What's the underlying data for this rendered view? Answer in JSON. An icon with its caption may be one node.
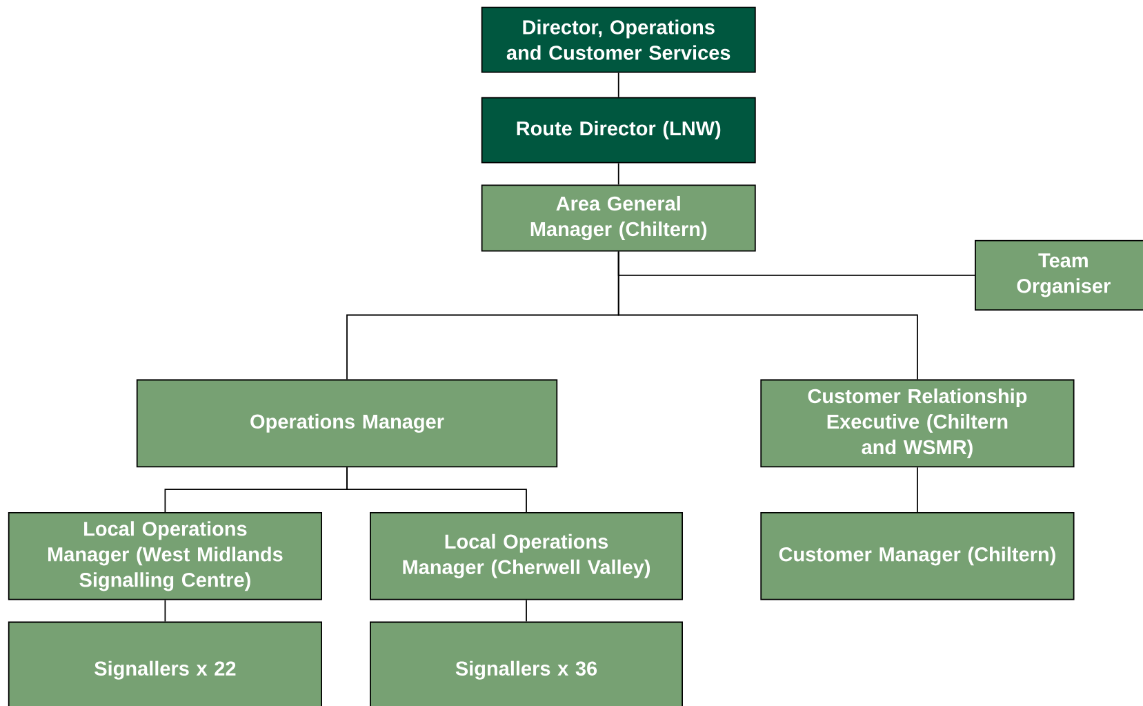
{
  "diagram": {
    "nodes": [
      {
        "text": [
          "Director, Operations and Customer Services"
        ]
      },
      {
        "text": [
          "Route Director (LNW)"
        ]
      },
      {
        "text": [
          "Area General Manager (Chiltern)"
        ]
      },
      {
        "text": [
          "Team Organiser"
        ]
      },
      {
        "text": [
          "Operations Manager"
        ]
      },
      {
        "text": [
          "Customer Relationship Executive (Chiltern and WSMR)"
        ]
      },
      {
        "text": [
          "Local Operations Manager (West Midlands Signalling Centre)"
        ]
      },
      {
        "text": [
          "Local Operations Manager (Cherwell Valley)"
        ]
      },
      {
        "text": [
          "Customer Manager (Chiltern)"
        ]
      },
      {
        "text": [
          "Signallers x 22"
        ]
      },
      {
        "text": [
          "Signallers x 36"
        ]
      }
    ],
    "edges": [
      {
        "from": 0,
        "to": 1,
        "arrow": "none"
      },
      {
        "from": 1,
        "to": 2,
        "arrow": "none"
      },
      {
        "from": 2,
        "to": 3,
        "arrow": "none"
      },
      {
        "from": 2,
        "to": 4,
        "arrow": "none"
      },
      {
        "from": 2,
        "to": 5,
        "arrow": "none"
      },
      {
        "from": 4,
        "to": 6,
        "arrow": "none"
      },
      {
        "from": 4,
        "to": 7,
        "arrow": "none"
      },
      {
        "from": 5,
        "to": 8,
        "arrow": "none"
      },
      {
        "from": 6,
        "to": 9,
        "arrow": "none"
      },
      {
        "from": 7,
        "to": 10,
        "arrow": "none"
      }
    ]
  }
}
